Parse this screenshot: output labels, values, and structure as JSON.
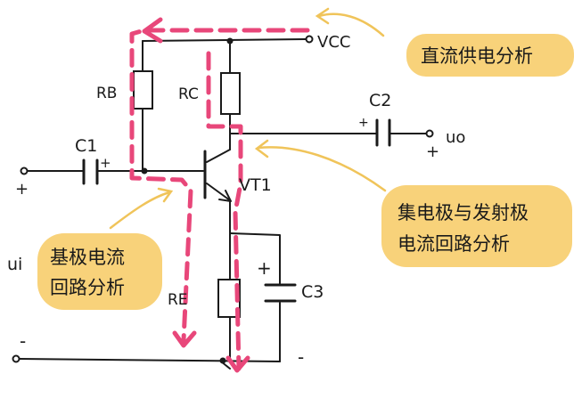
{
  "labels": {
    "vcc": "VCC",
    "rb": "RB",
    "rc": "RC",
    "c1": "C1",
    "c2": "C2",
    "c3": "C3",
    "vt1": "VT1",
    "re": "RE",
    "uo": "uo",
    "ui": "ui",
    "plus_in": "+",
    "minus_in": "-",
    "plus_c1": "+",
    "plus_c2": "+",
    "plus_out": "+",
    "plus_c3": "+",
    "minus_c3": "-"
  },
  "callouts": {
    "dc_analysis": "直流供电分析",
    "ce_loop_line1": "集电极与发射极",
    "ce_loop_line2": "电流回路分析",
    "base_line1": "基极电流",
    "base_line2": "回路分析"
  },
  "colors": {
    "wire": "#1a1a1a",
    "dashed_path": "#e8477a",
    "bubble": "#f8d27a",
    "pointer": "#f0c45a"
  }
}
